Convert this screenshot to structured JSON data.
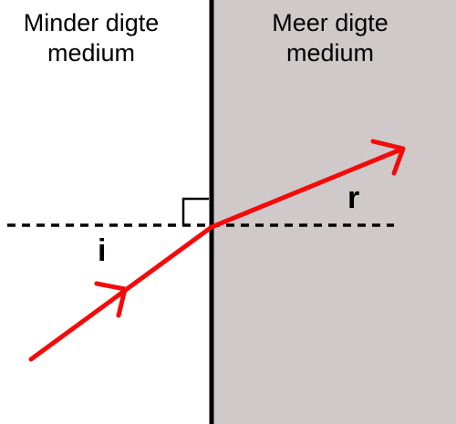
{
  "media": {
    "left_label_line1": "Minder digte",
    "left_label_line2": "medium",
    "right_label_line1": "Meer digte",
    "right_label_line2": "medium"
  },
  "symbols": {
    "incidence_angle": "i",
    "refraction_angle": "r"
  },
  "colors": {
    "background_left": "#ffffff",
    "background_right": "#cfc9ca",
    "ray": "#f50a0a",
    "lines": "#000000"
  }
}
